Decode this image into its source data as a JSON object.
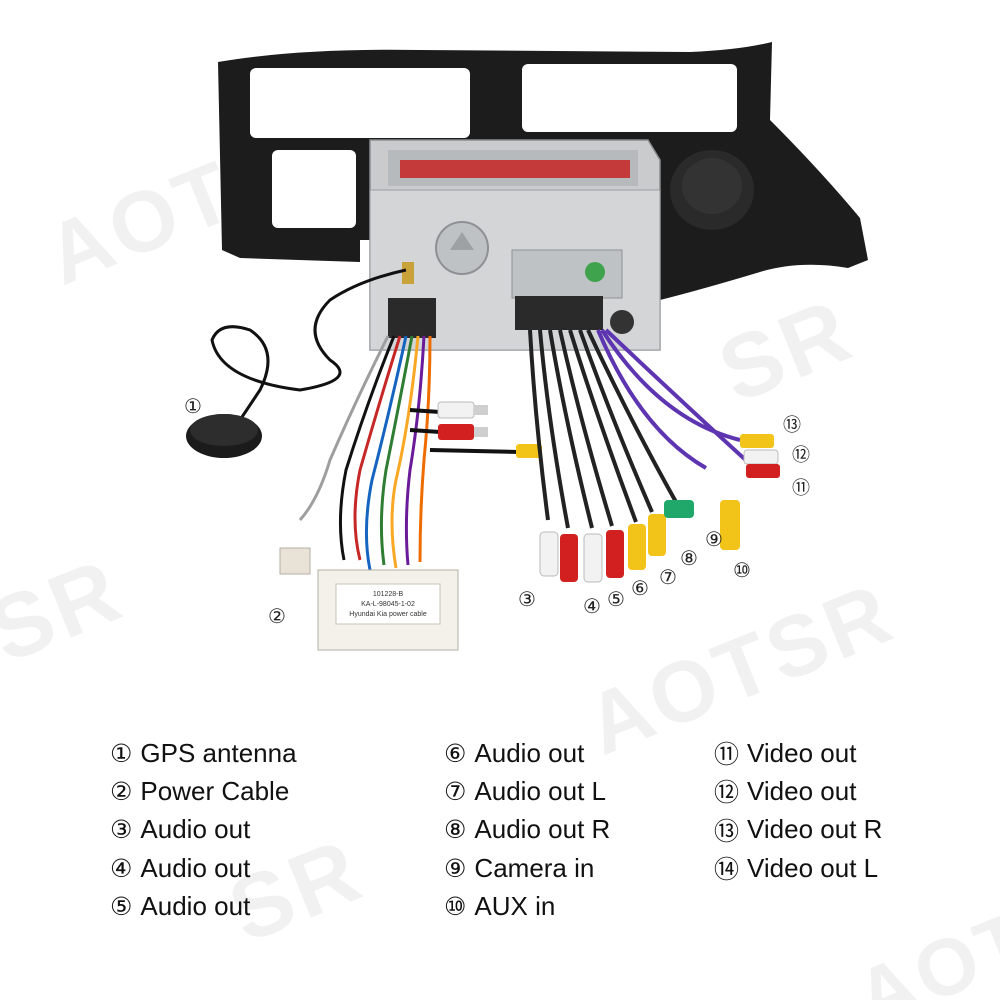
{
  "watermark": {
    "brand": "AOTSR",
    "tiles": [
      "AOTSR",
      "SR",
      "AOTSR",
      "SR",
      "SR",
      "AOTSR"
    ]
  },
  "callouts": [
    {
      "num": "①"
    },
    {
      "num": "②"
    },
    {
      "num": "③"
    },
    {
      "num": "④"
    },
    {
      "num": "⑤"
    },
    {
      "num": "⑥"
    },
    {
      "num": "⑦"
    },
    {
      "num": "⑧"
    },
    {
      "num": "⑨"
    },
    {
      "num": "⑩"
    },
    {
      "num": "⑪"
    },
    {
      "num": "⑫"
    },
    {
      "num": "⑬"
    }
  ],
  "connector_label": {
    "line1": "101228-B",
    "line2": "KA-L-98045-1-02",
    "line3": "Hyundai Kia power cable"
  },
  "legend": {
    "columns": [
      {
        "items": [
          {
            "num": "①",
            "label": "GPS antenna"
          },
          {
            "num": "②",
            "label": "Power Cable"
          },
          {
            "num": "③",
            "label": "Audio out"
          },
          {
            "num": "④",
            "label": "Audio out"
          },
          {
            "num": "⑤",
            "label": "Audio out"
          }
        ]
      },
      {
        "items": [
          {
            "num": "⑥",
            "label": "Audio out"
          },
          {
            "num": "⑦",
            "label": "Audio out L"
          },
          {
            "num": "⑧",
            "label": "Audio out R"
          },
          {
            "num": "⑨",
            "label": "Camera in"
          },
          {
            "num": "⑩",
            "label": "AUX in"
          }
        ]
      },
      {
        "items": [
          {
            "num": "⑪",
            "label": "Video out"
          },
          {
            "num": "⑫",
            "label": "Video out"
          },
          {
            "num": "⑬",
            "label": "Video out R"
          },
          {
            "num": "⑭",
            "label": "Video out L"
          }
        ]
      }
    ]
  },
  "colors": {
    "rca_red": "#d21f1f",
    "rca_white": "#f2f2f2",
    "rca_yellow": "#f2c419",
    "rca_green": "#1fa86a",
    "bezel": "#1a1a1a",
    "chassis": "#b9bcbf"
  }
}
